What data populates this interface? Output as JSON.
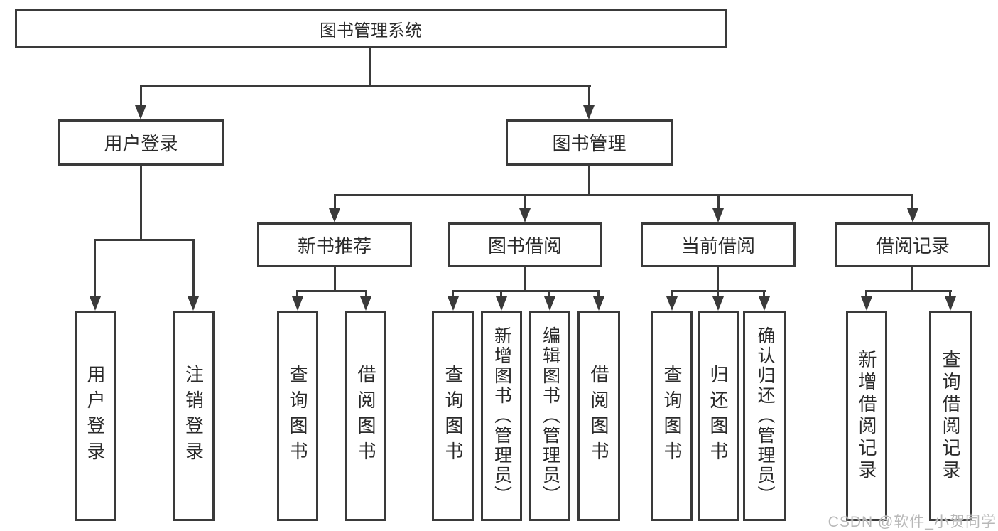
{
  "watermark": "CSDN @软件_小贺同学",
  "colors": {
    "line": "#3a3a3a",
    "text": "#2a2a2a",
    "watermark_text": "#b8b8b8",
    "background": "#ffffff"
  },
  "nodes": {
    "system": "图书管理系统",
    "user_login": "用户登录",
    "book_mgmt": "图书管理",
    "new_book_rec": "新书推荐",
    "book_borrow": "图书借阅",
    "current_borrow": "当前借阅",
    "borrow_record": "借阅记录",
    "leaf_user_login": "用户登录",
    "leaf_logout": "注销登录",
    "leaf_query_book_rec": "查询图书",
    "leaf_borrow_book_rec": "借阅图书",
    "leaf_query_book_borrow": "查询图书",
    "leaf_add_book": "新增图书（管理员）",
    "leaf_edit_book": "编辑图书（管理员）",
    "leaf_borrow_book_borrow": "借阅图书",
    "leaf_query_book_current": "查询图书",
    "leaf_return_book": "归还图书",
    "leaf_confirm_return": "确认归还（管理员）",
    "leaf_add_borrow_record": "新增借阅记录",
    "leaf_query_borrow_record": "查询借阅记录"
  }
}
